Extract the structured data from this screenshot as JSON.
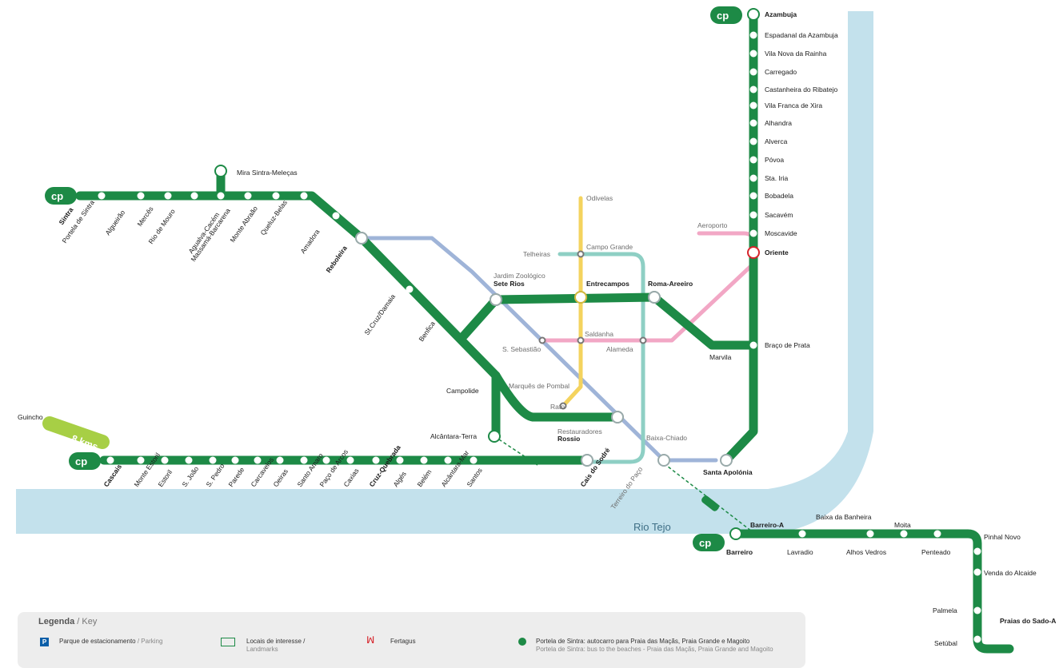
{
  "river": "Rio Tejo",
  "guincho": {
    "label": "Guincho",
    "distance": "8 kms"
  },
  "colors": {
    "cp_green": "#1d8a46",
    "river": "#c3e1ec",
    "metro_blue": "#9fb4d8",
    "metro_yellow": "#f4d35e",
    "metro_green": "#8ecfc4",
    "metro_red": "#f2a7c5",
    "parking": "#0a5ea8",
    "bus": "#1d8a46"
  },
  "sintra_line": [
    "Sintra",
    "Portela de Sintra",
    "Algueirão",
    "Mercês",
    "Rio de Mouro",
    "Agualva-Cacém",
    "Massamá-Barcarena",
    "Monte Abraão",
    "Queluz-Belas",
    "Amadora",
    "Reboleira",
    "Benfica",
    "St.Cruz/Damaia",
    "Campolide",
    "Sete Rios",
    "Entrecampos",
    "Roma-Areeiro",
    "Rossio"
  ],
  "mira_sintra": "Mira Sintra-Meleças",
  "cascais_line": [
    "Cascais",
    "Monte Estoril",
    "Estoril",
    "S. João",
    "S. Pedro",
    "Parede",
    "Carcavelos",
    "Oeiras",
    "Santo Amaro",
    "Paço de Arcos",
    "Caxias",
    "Cruz-Quebrada",
    "Algés",
    "Belém",
    "Alcântara-Mar",
    "Santos",
    "Cais do Sodré"
  ],
  "alcantara_terra": "Alcântara-Terra",
  "azambuja_line": [
    "Azambuja",
    "Espadanal da Azambuja",
    "Vila Nova da Rainha",
    "Carregado",
    "Castanheira do Ribatejo",
    "Vila Franca de Xira",
    "Alhandra",
    "Alverca",
    "Póvoa",
    "Sta. Iria",
    "Bobadela",
    "Sacavém",
    "Moscavide",
    "Oriente",
    "Braço de Prata",
    "Marvila",
    "Santa Apolónia"
  ],
  "sado_line": [
    "Barreiro-A",
    "Barreiro",
    "Baixa da Banheira",
    "Lavradio",
    "Alhos Vedros",
    "Moita",
    "Penteado",
    "Pinhal Novo",
    "Venda do Alcaide",
    "Palmela",
    "Setúbal",
    "Praias do Sado-A"
  ],
  "metro_labels": [
    "Odivelas",
    "Campo Grande",
    "Telheiras",
    "Aeroporto",
    "Jardim Zoológico",
    "Saldanha",
    "S. Sebastião",
    "Alameda",
    "Marquês de Pombal",
    "Rato",
    "Restauradores",
    "Baixa-Chiado",
    "Terreiro do Paço"
  ],
  "legend": {
    "title": "Legenda",
    "title_en": "/ Key",
    "parking": "Parque de estacionamento",
    "parking_en": "/ Parking",
    "landmarks": "Locais de interesse /",
    "landmarks_en": "Landmarks",
    "fertagus": "Fertagus",
    "portela_pt": "Portela de Sintra: autocarro para Praia das Maçãs, Praia Grande e Magoito",
    "portela_en": "Portela de Sintra: bus to the beaches - Praia das Maçãs, Praia Grande and Magoito"
  },
  "icons": [
    "cp-logo-icon",
    "parking-icon",
    "bus-icon",
    "bike-icon",
    "landmark-icon",
    "beach-icon",
    "fertagus-icon",
    "metro-icon",
    "zoo-icon",
    "boat-icon"
  ]
}
